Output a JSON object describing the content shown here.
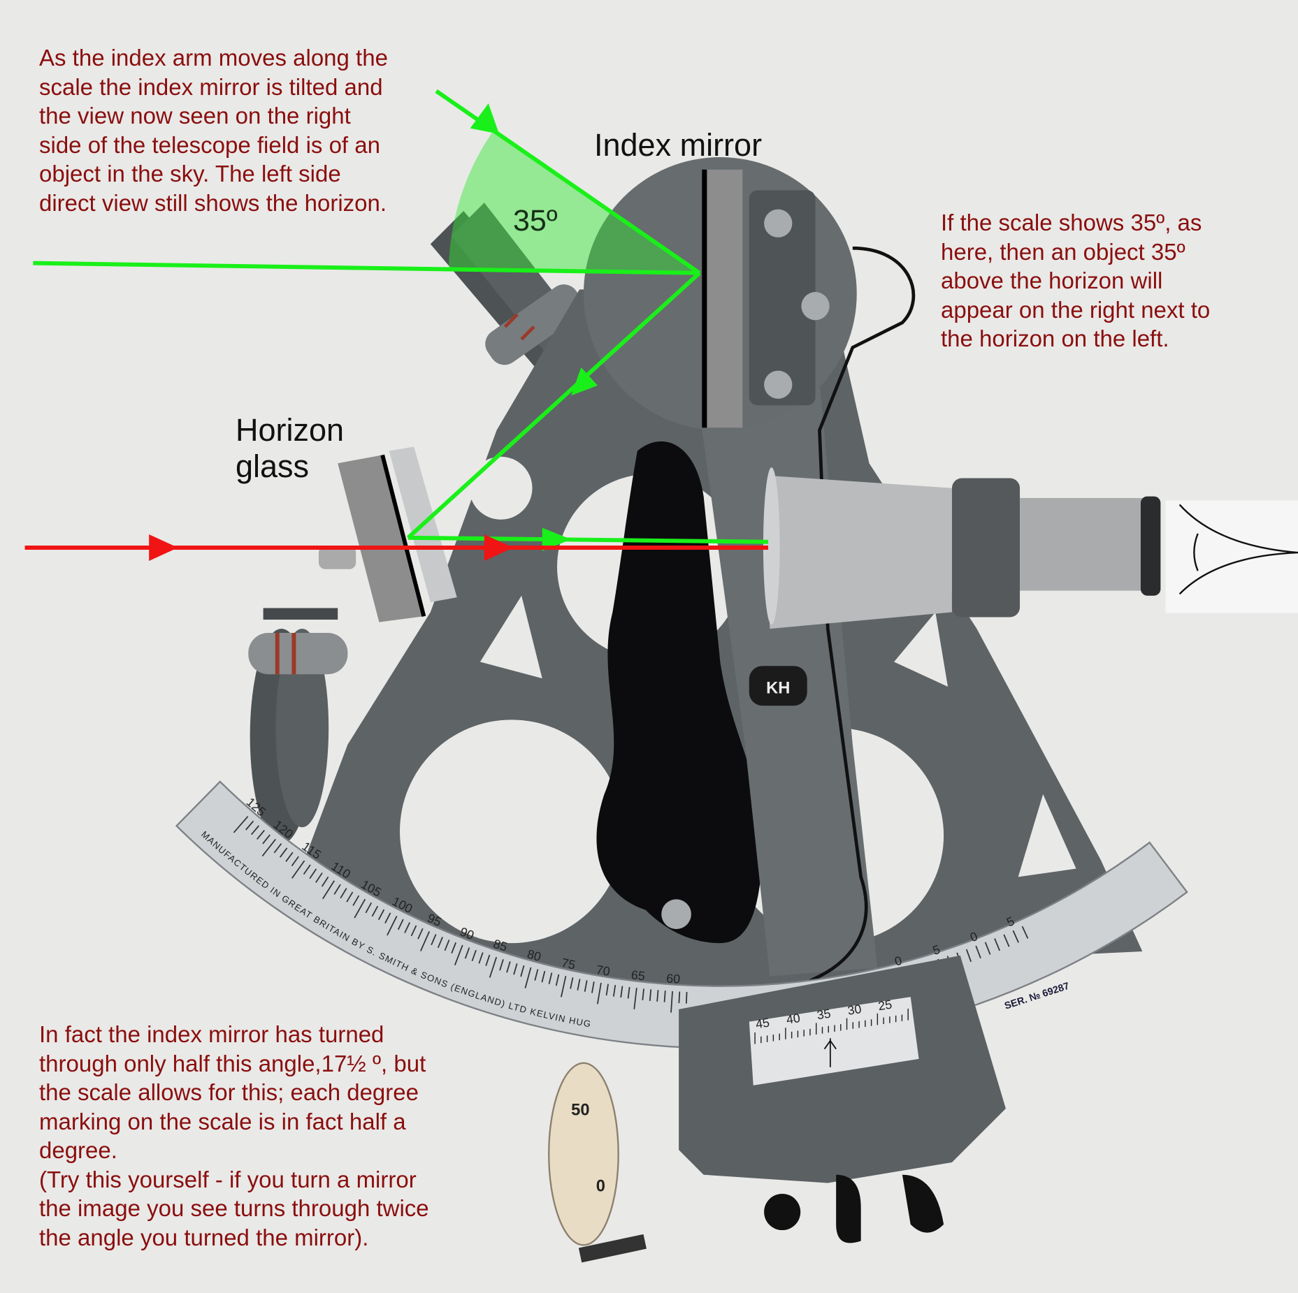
{
  "annotations": {
    "top_left": [
      "As the index arm moves along the",
      "scale the index mirror is tilted and",
      "the view now seen on the right",
      "side of the telescope field is of an",
      "object in the sky.  The left side",
      "direct view still shows the horizon."
    ],
    "right": [
      "If the scale shows 35º, as",
      "here, then an object 35º",
      "above the horizon will",
      "appear on the right next to",
      "the horizon on the left."
    ],
    "bottom_left": [
      "In fact the index mirror has turned",
      "through only half this angle,17½ º, but",
      "the scale allows for this; each degree",
      "marking on the scale is in fact half a",
      "degree.",
      "(Try this yourself - if you turn a mirror",
      "the image you see turns through twice",
      "the angle you turned the mirror)."
    ]
  },
  "labels": {
    "index_mirror": "Index mirror",
    "horizon_glass": [
      "Horizon",
      "glass"
    ],
    "angle": "35º"
  },
  "sextant": {
    "scale_labels": [
      "125",
      "120",
      "115",
      "110",
      "105",
      "100",
      "95",
      "90",
      "85",
      "80",
      "75",
      "70",
      "65",
      "60"
    ],
    "right_scale_labels": [
      "0",
      "5",
      "0",
      "5"
    ],
    "maker_text": "MANUFACTURED IN GREAT BRITAIN BY S. SMITH & SONS (ENGLAND) LTD KELVIN HUG",
    "serial": "SER. № 69287",
    "vernier_labels": [
      "45",
      "40",
      "35",
      "30",
      "25"
    ],
    "logo": "KH",
    "drum_labels": [
      "50",
      "0"
    ]
  },
  "colors": {
    "text": "#8a0e0e",
    "ray_reflected": "#19f019",
    "ray_direct": "#f01414",
    "frame": "#5e6366"
  }
}
